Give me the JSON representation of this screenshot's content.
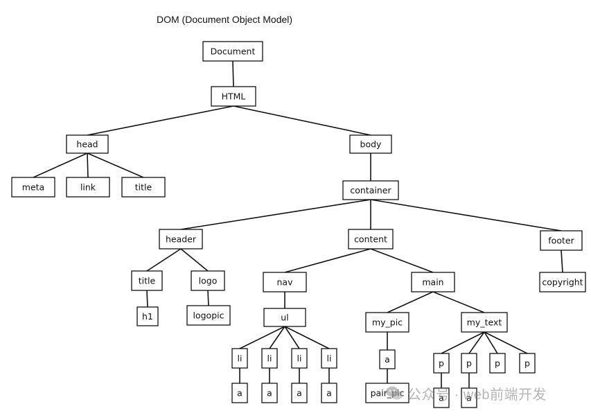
{
  "diagram": {
    "title": "DOM (Document Object Model)",
    "nodes": [
      {
        "id": "document",
        "label": "Document"
      },
      {
        "id": "html",
        "label": "HTML"
      },
      {
        "id": "head",
        "label": "head"
      },
      {
        "id": "body",
        "label": "body"
      },
      {
        "id": "meta",
        "label": "meta"
      },
      {
        "id": "link",
        "label": "link"
      },
      {
        "id": "title-head",
        "label": "title"
      },
      {
        "id": "container",
        "label": "container"
      },
      {
        "id": "header",
        "label": "header"
      },
      {
        "id": "content",
        "label": "content"
      },
      {
        "id": "footer",
        "label": "footer"
      },
      {
        "id": "title-header",
        "label": "title"
      },
      {
        "id": "logo",
        "label": "logo"
      },
      {
        "id": "h1",
        "label": "h1"
      },
      {
        "id": "logopic",
        "label": "logopic"
      },
      {
        "id": "nav",
        "label": "nav"
      },
      {
        "id": "main",
        "label": "main"
      },
      {
        "id": "copyright",
        "label": "copyright"
      },
      {
        "id": "ul",
        "label": "ul"
      },
      {
        "id": "li1",
        "label": "li"
      },
      {
        "id": "li2",
        "label": "li"
      },
      {
        "id": "li3",
        "label": "li"
      },
      {
        "id": "li4",
        "label": "li"
      },
      {
        "id": "a1",
        "label": "a"
      },
      {
        "id": "a2",
        "label": "a"
      },
      {
        "id": "a3",
        "label": "a"
      },
      {
        "id": "a4",
        "label": "a"
      },
      {
        "id": "my-pic",
        "label": "my_pic"
      },
      {
        "id": "my-text",
        "label": "my_text"
      },
      {
        "id": "a-pic",
        "label": "a"
      },
      {
        "id": "pair-pic",
        "label": "pair_pic"
      },
      {
        "id": "p1",
        "label": "p"
      },
      {
        "id": "p2",
        "label": "p"
      },
      {
        "id": "p3",
        "label": "p"
      },
      {
        "id": "p4",
        "label": "p"
      },
      {
        "id": "a-p1",
        "label": "a"
      },
      {
        "id": "a-p2",
        "label": "a"
      }
    ],
    "edges": [
      [
        "document",
        "html"
      ],
      [
        "html",
        "head"
      ],
      [
        "html",
        "body"
      ],
      [
        "head",
        "meta"
      ],
      [
        "head",
        "link"
      ],
      [
        "head",
        "title-head"
      ],
      [
        "body",
        "container"
      ],
      [
        "container",
        "header"
      ],
      [
        "container",
        "content"
      ],
      [
        "container",
        "footer"
      ],
      [
        "header",
        "title-header"
      ],
      [
        "header",
        "logo"
      ],
      [
        "title-header",
        "h1"
      ],
      [
        "logo",
        "logopic"
      ],
      [
        "content",
        "nav"
      ],
      [
        "content",
        "main"
      ],
      [
        "footer",
        "copyright"
      ],
      [
        "nav",
        "ul"
      ],
      [
        "ul",
        "li1"
      ],
      [
        "ul",
        "li2"
      ],
      [
        "ul",
        "li3"
      ],
      [
        "ul",
        "li4"
      ],
      [
        "li1",
        "a1"
      ],
      [
        "li2",
        "a2"
      ],
      [
        "li3",
        "a3"
      ],
      [
        "li4",
        "a4"
      ],
      [
        "main",
        "my-pic"
      ],
      [
        "main",
        "my-text"
      ],
      [
        "my-pic",
        "a-pic"
      ],
      [
        "a-pic",
        "pair-pic"
      ],
      [
        "my-text",
        "p1"
      ],
      [
        "my-text",
        "p2"
      ],
      [
        "my-text",
        "p3"
      ],
      [
        "my-text",
        "p4"
      ],
      [
        "p1",
        "a-p1"
      ],
      [
        "p2",
        "a-p2"
      ]
    ]
  },
  "watermark": {
    "text": "公众号 · web前端开发",
    "icon": "wechat-icon"
  }
}
